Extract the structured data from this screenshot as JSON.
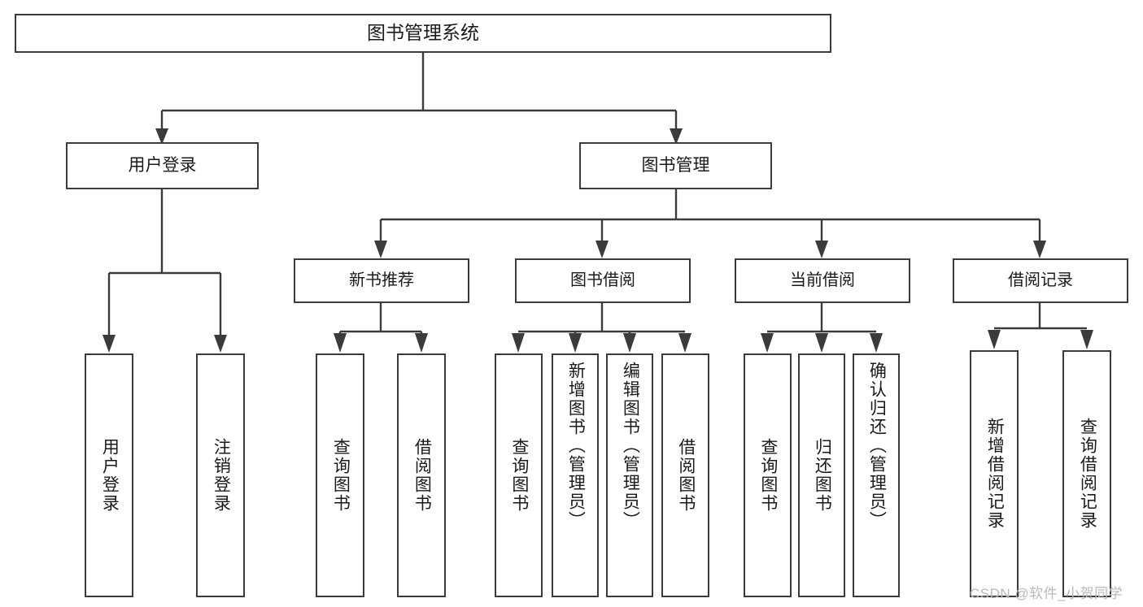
{
  "diagram": {
    "type": "tree",
    "title": "图书管理系统",
    "watermark": "CSDN @软件_小贺同学",
    "colors": {
      "stroke": "#3b3b3b",
      "fill": "#ffffff",
      "text": "#1a1a1a",
      "watermark": "#b9b9b9"
    },
    "nodes": {
      "root": "图书管理系统",
      "level1": [
        "用户登录",
        "图书管理"
      ],
      "level2": [
        "新书推荐",
        "图书借阅",
        "当前借阅",
        "借阅记录"
      ],
      "leaves": {
        "user_login": [
          "用户登录",
          "注销登录"
        ],
        "new_book": [
          "查询图书",
          "借阅图书"
        ],
        "book_borrow": [
          "查询图书",
          "新增图书（管理员）",
          "编辑图书（管理员）",
          "借阅图书"
        ],
        "current_borrow": [
          "查询图书",
          "归还图书",
          "确认归还（管理员）"
        ],
        "borrow_record": [
          "新增借阅记录",
          "查询借阅记录"
        ]
      }
    },
    "edges": [
      {
        "from": "图书管理系统",
        "to": "用户登录"
      },
      {
        "from": "图书管理系统",
        "to": "图书管理"
      },
      {
        "from": "图书管理",
        "to": "新书推荐"
      },
      {
        "from": "图书管理",
        "to": "图书借阅"
      },
      {
        "from": "图书管理",
        "to": "当前借阅"
      },
      {
        "from": "图书管理",
        "to": "借阅记录"
      },
      {
        "from": "用户登录",
        "to": "用户登录"
      },
      {
        "from": "用户登录",
        "to": "注销登录"
      },
      {
        "from": "新书推荐",
        "to": "查询图书"
      },
      {
        "from": "新书推荐",
        "to": "借阅图书"
      },
      {
        "from": "图书借阅",
        "to": "查询图书"
      },
      {
        "from": "图书借阅",
        "to": "新增图书（管理员）"
      },
      {
        "from": "图书借阅",
        "to": "编辑图书（管理员）"
      },
      {
        "from": "图书借阅",
        "to": "借阅图书"
      },
      {
        "from": "当前借阅",
        "to": "查询图书"
      },
      {
        "from": "当前借阅",
        "to": "归还图书"
      },
      {
        "from": "当前借阅",
        "to": "确认归还（管理员）"
      },
      {
        "from": "借阅记录",
        "to": "新增借阅记录"
      },
      {
        "from": "借阅记录",
        "to": "查询借阅记录"
      }
    ]
  }
}
